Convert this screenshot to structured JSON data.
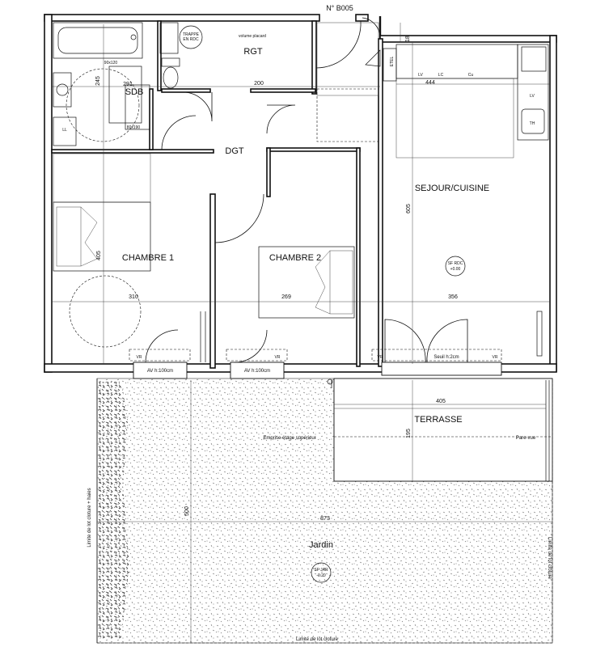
{
  "plan": {
    "lot_number": "N° B005",
    "rooms": {
      "rgt": "RGT",
      "sdb": "SDB",
      "dgt": "DGT",
      "sejour": "SEJOUR/CUISINE",
      "chambre1": "CHAMBRE 1",
      "chambre2": "CHAMBRE 2",
      "terrasse": "TERRASSE",
      "jardin": "Jardin"
    },
    "dimensions": {
      "d18": "18",
      "d444": "444",
      "d605": "605",
      "d356": "356",
      "d200": "200",
      "d245": "245",
      "d291": "291",
      "d405_ch1": "405",
      "d310": "310",
      "d269": "269",
      "d405_ter": "405",
      "d195": "195",
      "d500": "500",
      "d873": "873"
    },
    "annotations": {
      "volume_placard": "volume placard",
      "trappe": "TRAPPE",
      "en_rdc": "EN RDC",
      "shower1": "90x120",
      "shower2": "80x190",
      "ll": "LL",
      "etel": "ETEL",
      "lave": "LV",
      "lc": "LC",
      "cu": "Cu",
      "lv2": "LV",
      "th": "TH",
      "sf_rdc_1": "SF RDC",
      "sf_rdc_2": "+0.00",
      "av1": "AV  h:100cm",
      "av2": "AV  h:100cm",
      "vr": "VR",
      "seuil": "Seuil  h:2cm",
      "emprise": "Emprise  étage  supérieur",
      "pare_vue": "Pare-vue",
      "sf_jar_1": "SF JAR",
      "sf_jar_2": "-0.20",
      "limite_left": "Limite  de  lot  cloture + haies",
      "limite_right": "Limite  de  lot  cloture",
      "limite_bottom": "Limite  de  lot  cloture"
    }
  }
}
